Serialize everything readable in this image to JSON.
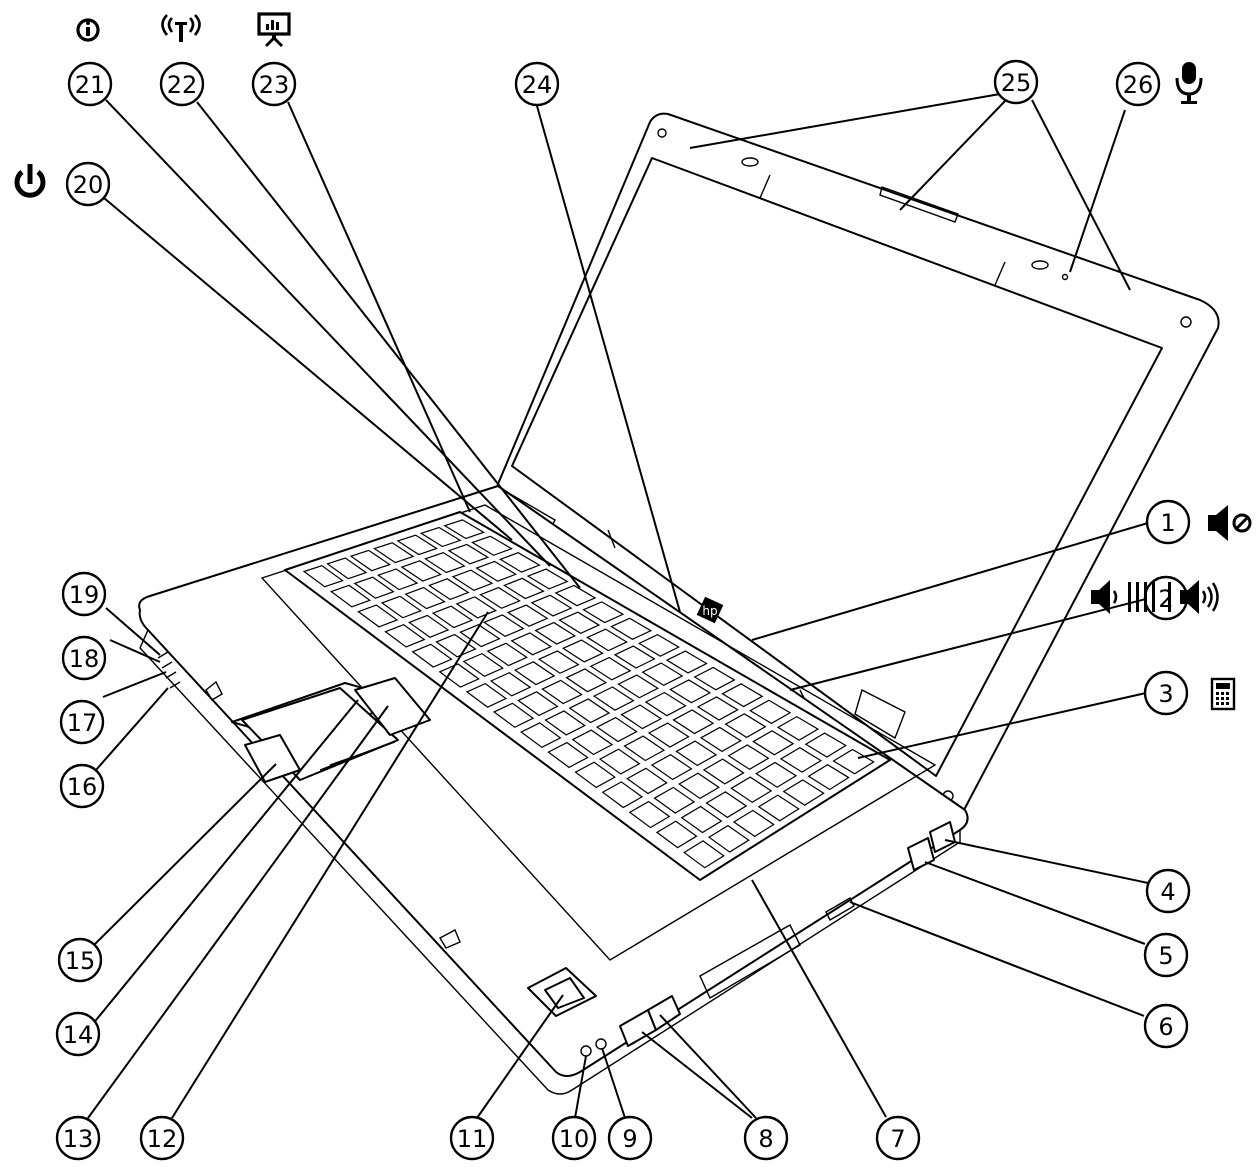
{
  "callouts": [
    {
      "id": "1",
      "label": "1"
    },
    {
      "id": "2",
      "label": "2"
    },
    {
      "id": "3",
      "label": "3"
    },
    {
      "id": "4",
      "label": "4"
    },
    {
      "id": "5",
      "label": "5"
    },
    {
      "id": "6",
      "label": "6"
    },
    {
      "id": "7",
      "label": "7"
    },
    {
      "id": "8",
      "label": "8"
    },
    {
      "id": "9",
      "label": "9"
    },
    {
      "id": "10",
      "label": "10"
    },
    {
      "id": "11",
      "label": "11"
    },
    {
      "id": "12",
      "label": "12"
    },
    {
      "id": "13",
      "label": "13"
    },
    {
      "id": "14",
      "label": "14"
    },
    {
      "id": "15",
      "label": "15"
    },
    {
      "id": "16",
      "label": "16"
    },
    {
      "id": "17",
      "label": "17"
    },
    {
      "id": "18",
      "label": "18"
    },
    {
      "id": "19",
      "label": "19"
    },
    {
      "id": "20",
      "label": "20"
    },
    {
      "id": "21",
      "label": "21"
    },
    {
      "id": "22",
      "label": "22"
    },
    {
      "id": "23",
      "label": "23"
    },
    {
      "id": "24",
      "label": "24"
    },
    {
      "id": "25",
      "label": "25"
    },
    {
      "id": "26",
      "label": "26"
    }
  ],
  "icons": {
    "mute": "speaker-mute-icon",
    "volume": "volume-scale-icon",
    "calculator": "calculator-icon",
    "power": "power-icon",
    "info": "info-icon",
    "wireless": "wireless-icon",
    "presentation": "presentation-icon",
    "microphone": "microphone-icon",
    "hp_logo": "hp-logo-icon"
  }
}
